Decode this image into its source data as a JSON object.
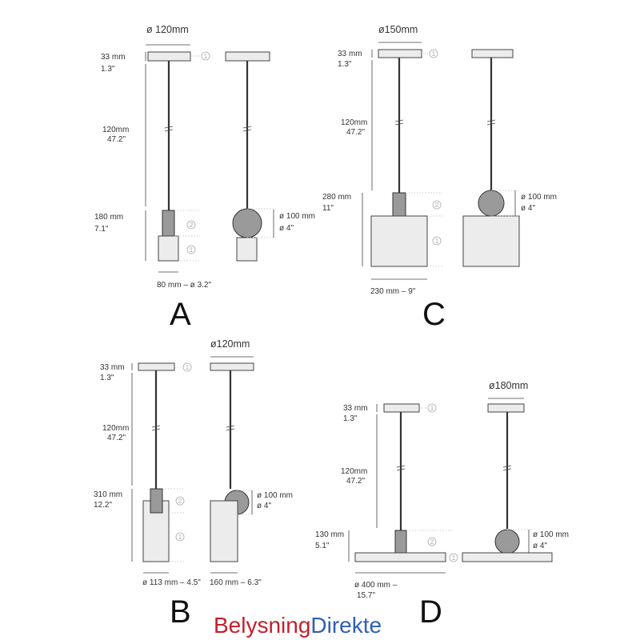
{
  "brand": {
    "part1": "Belysning",
    "part2": "Direkte",
    "color1": "#c4202e",
    "color2": "#2f5fb3"
  },
  "marker_1": "1",
  "marker_2": "2",
  "diagrams": {
    "A": {
      "letter": "A",
      "canopy_diameter": "ø 120mm",
      "canopy_height_mm": "33 mm",
      "canopy_height_in": "1.3\"",
      "cord_mm": "120mm",
      "cord_in": "47.2\"",
      "shade_height_mm": "180 mm",
      "shade_height_in": "7.1\"",
      "shade_width": "80 mm – ø 3.2\"",
      "sphere_mm": "ø 100 mm",
      "sphere_in": "ø 4\""
    },
    "B": {
      "letter": "B",
      "canopy_diameter": "ø120mm",
      "canopy_height_mm": "33 mm",
      "canopy_height_in": "1.3\"",
      "cord_mm": "120mm",
      "cord_in": "47.2\"",
      "shade_height_mm": "310 mm",
      "shade_height_in": "12.2\"",
      "shade_width_1": "ø 113 mm – 4.5\"",
      "shade_width_2": "160 mm – 6.3\"",
      "sphere_mm": "ø 100 mm",
      "sphere_in": "ø 4\""
    },
    "C": {
      "letter": "C",
      "canopy_diameter": "ø150mm",
      "canopy_height_mm": "33 mm",
      "canopy_height_in": "1.3\"",
      "cord_mm": "120mm",
      "cord_in": "47.2\"",
      "shade_height_mm": "280 mm",
      "shade_height_in": "11\"",
      "shade_width": "230 mm – 9\"",
      "sphere_mm": "ø 100 mm",
      "sphere_in": "ø 4\""
    },
    "D": {
      "letter": "D",
      "canopy_diameter": "ø180mm",
      "canopy_height_mm": "33 mm",
      "canopy_height_in": "1.3\"",
      "cord_mm": "120mm",
      "cord_in": "47.2\"",
      "shade_height_mm": "130 mm",
      "shade_height_in": "5.1\"",
      "shade_width_1": "ø 400 mm –",
      "shade_width_2": "15.7\"",
      "sphere_mm": "ø 100 mm",
      "sphere_in": "ø 4\""
    }
  }
}
